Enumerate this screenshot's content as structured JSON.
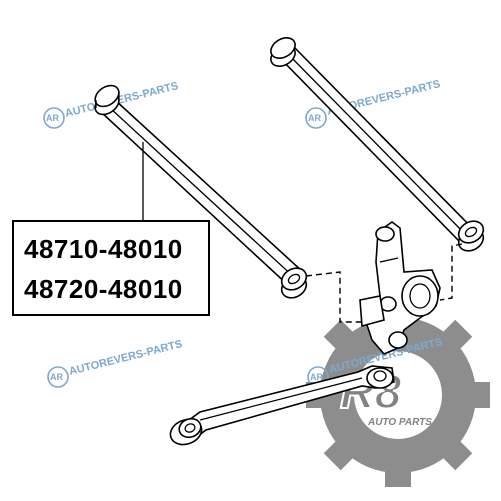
{
  "part_numbers": [
    "48710-48010",
    "48720-48010"
  ],
  "watermark": {
    "text": "AUTOREVERS-PARTS",
    "badge": "AR",
    "color": "#7fa8cf"
  },
  "logo": {
    "mark": "R8",
    "subtitle": "AUTO PARTS",
    "color": "#6d6d6d"
  }
}
